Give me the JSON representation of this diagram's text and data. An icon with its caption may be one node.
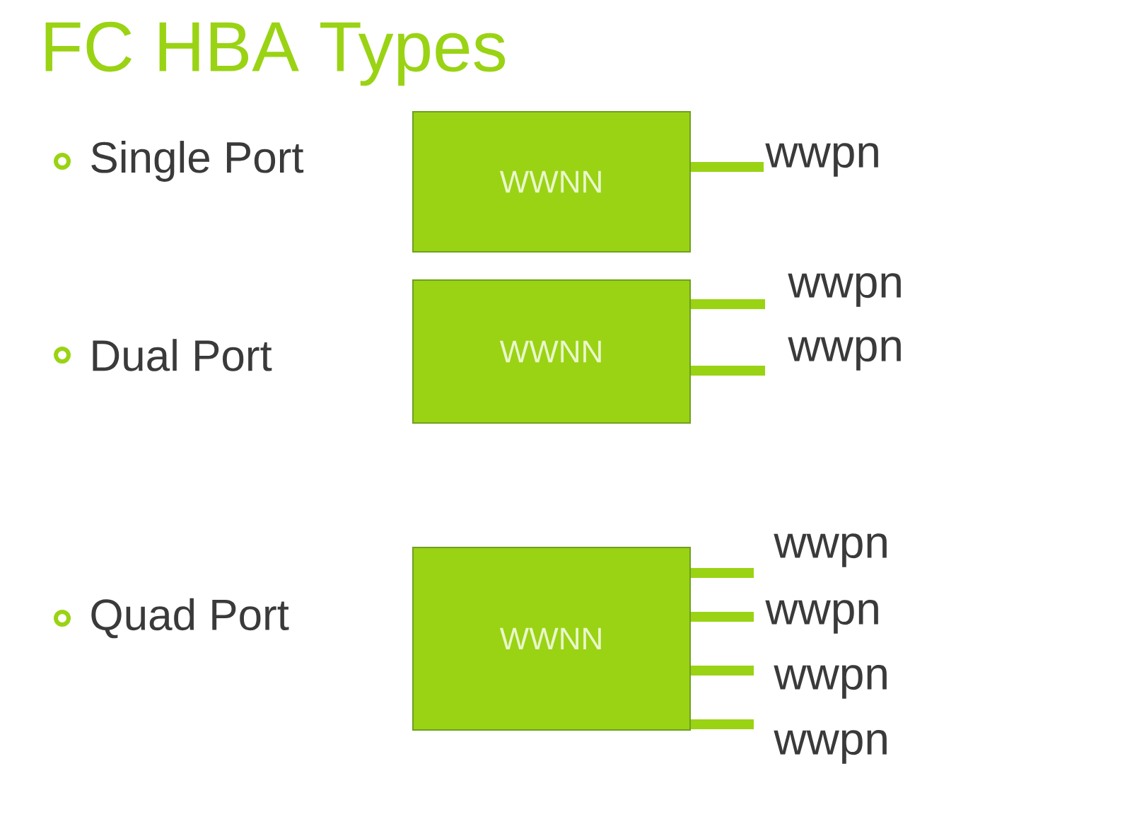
{
  "diagram": {
    "title": "FC HBA Types",
    "nodes": [
      {
        "text": [
          "WWNN"
        ]
      },
      {
        "text": [
          "wwpn"
        ]
      },
      {
        "text": [
          "WWNN"
        ]
      },
      {
        "text": [
          "wwpn"
        ]
      },
      {
        "text": [
          "wwpn"
        ]
      },
      {
        "text": [
          "WWNN"
        ]
      },
      {
        "text": [
          "wwpn"
        ]
      },
      {
        "text": [
          "wwpn"
        ]
      },
      {
        "text": [
          "wwpn"
        ]
      },
      {
        "text": [
          "wwpn"
        ]
      }
    ],
    "edges": [
      {
        "from": 0,
        "to": 1,
        "arrow": "none"
      },
      {
        "from": 2,
        "to": 3,
        "arrow": "none"
      },
      {
        "from": 2,
        "to": 4,
        "arrow": "none"
      },
      {
        "from": 5,
        "to": 6,
        "arrow": "none"
      },
      {
        "from": 5,
        "to": 7,
        "arrow": "none"
      },
      {
        "from": 5,
        "to": 8,
        "arrow": "none"
      },
      {
        "from": 5,
        "to": 9,
        "arrow": "none"
      }
    ],
    "labels": [
      "Single Port",
      "Dual Port",
      "Quad Port"
    ]
  }
}
